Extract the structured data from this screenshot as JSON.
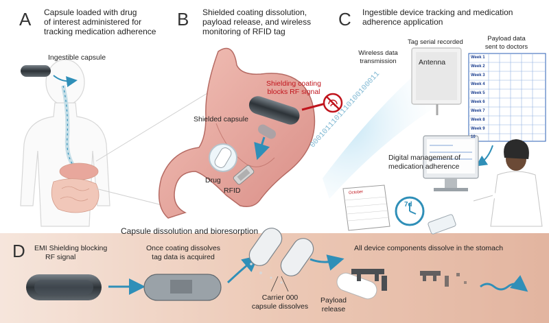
{
  "panel_a": {
    "letter": "A",
    "title": [
      "Capsule loaded with drug",
      "of interest administered for",
      "tracking medication adherence"
    ],
    "capsule_label": "Ingestible capsule"
  },
  "panel_b": {
    "letter": "B",
    "title": [
      "Shielded coating dissolution,",
      "payload release, and wireless",
      "monitoring of RFID tag"
    ],
    "shielding_label": [
      "Shielding coating",
      "blocks RF signal"
    ],
    "shielded_capsule_label": "Shielded capsule",
    "drug_label": "Drug",
    "rfid_label": "RFID"
  },
  "panel_c": {
    "letter": "C",
    "title": [
      "Ingestible device tracking and medication",
      "adherence application"
    ],
    "tag_serial_label": "Tag serial recorded",
    "wireless_label": [
      "Wireless data",
      "transmission"
    ],
    "antenna_label": "Antenna",
    "payload_sent_label": [
      "Payload data",
      "sent to doctors"
    ],
    "digital_label": [
      "Digital management of",
      "medication adherence"
    ],
    "binary_stream": "0001011101110100100011",
    "calendar_month": "October",
    "clock_label": "7d",
    "weeks": [
      "Week 1",
      "Week 2",
      "Week 3",
      "Week 4",
      "Week 5",
      "Week 6",
      "Week 7",
      "Week 8",
      "Week 9",
      "10"
    ]
  },
  "panel_d": {
    "letter": "D",
    "dissolution_title": "Capsule dissolution and bioresorption",
    "emi_label": [
      "EMI Shielding blocking",
      "RF signal"
    ],
    "coating_label": [
      "Once coating dissolves",
      "tag data is acquired"
    ],
    "carrier_label": [
      "Carrier 000",
      "capsule dissolves"
    ],
    "payload_label": [
      "Payload",
      "release"
    ],
    "dissolve_label": "All device components dissolve in the stomach"
  },
  "colors": {
    "arrow_blue": "#2f8fb8",
    "signal_red": "#c0141c",
    "stomach_pink": "#e9a6a0",
    "tissue": "#e8c2a8",
    "grid_blue": "#2b5fb4"
  }
}
